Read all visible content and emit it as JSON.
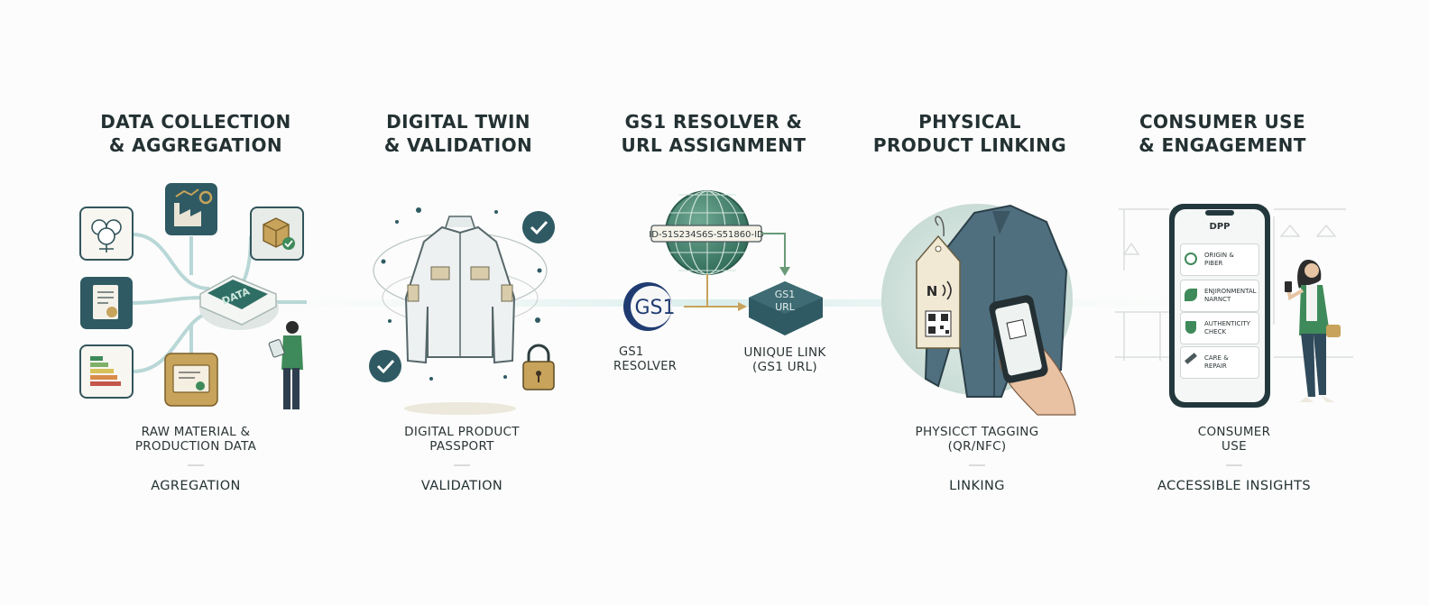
{
  "stages": [
    {
      "title_lines": [
        "DATA COLLECTION",
        "& AGGREGATION"
      ],
      "caption_lines": [
        "RAW MATERIAL &",
        "PRODUCTION DATA"
      ],
      "footer": "AGREGATION",
      "hub_label": "DATA"
    },
    {
      "title_lines": [
        "DIGITAL TWIN",
        "& VALIDATION"
      ],
      "caption_lines": [
        "DIGITAL PRODUCT",
        "PASSPORT"
      ],
      "footer": "VALIDATION"
    },
    {
      "title_lines": [
        "GS1 RESOLVER &",
        "URL ASSIGNMENT"
      ],
      "id_tag": "ID-S1S234S6S-S51860-ID",
      "gs1_logo": "GS1",
      "url_box_lines": [
        "GS1",
        "URL"
      ],
      "resolver_lines": [
        "GS1",
        "RESOLVER"
      ],
      "link_lines": [
        "UNIQUE LINK",
        "(GS1 URL)"
      ]
    },
    {
      "title_lines": [
        "PHYSICAL",
        "PRODUCT LINKING"
      ],
      "caption_lines": [
        "PHYSICCT TAGGING",
        "(QR/NFC)"
      ],
      "footer": "LINKING"
    },
    {
      "title_lines": [
        "CONSUMER USE",
        "& ENGAGEMENT"
      ],
      "caption_lines": [
        "CONSUMER",
        "USE"
      ],
      "footer": "ACCESSIBLE INSIGHTS",
      "phone_header": "DPP",
      "phone_items": [
        {
          "lines": [
            "ORIGIN &",
            "PIBER"
          ],
          "icon": "globe-icon"
        },
        {
          "lines": [
            "ENJIRONMENTAL",
            "NARNCT"
          ],
          "icon": "leaf-icon"
        },
        {
          "lines": [
            "AUTHENTICITY",
            "CHECK"
          ],
          "icon": "shield-check-icon"
        },
        {
          "lines": [
            "CARE &",
            "REPAIR"
          ],
          "icon": "wrench-icon"
        }
      ]
    }
  ],
  "colors": {
    "dark_teal": "#2f5a63",
    "accent_green": "#3f8a5a",
    "gold": "#c7a35b",
    "globe_green": "#3d7d68"
  }
}
